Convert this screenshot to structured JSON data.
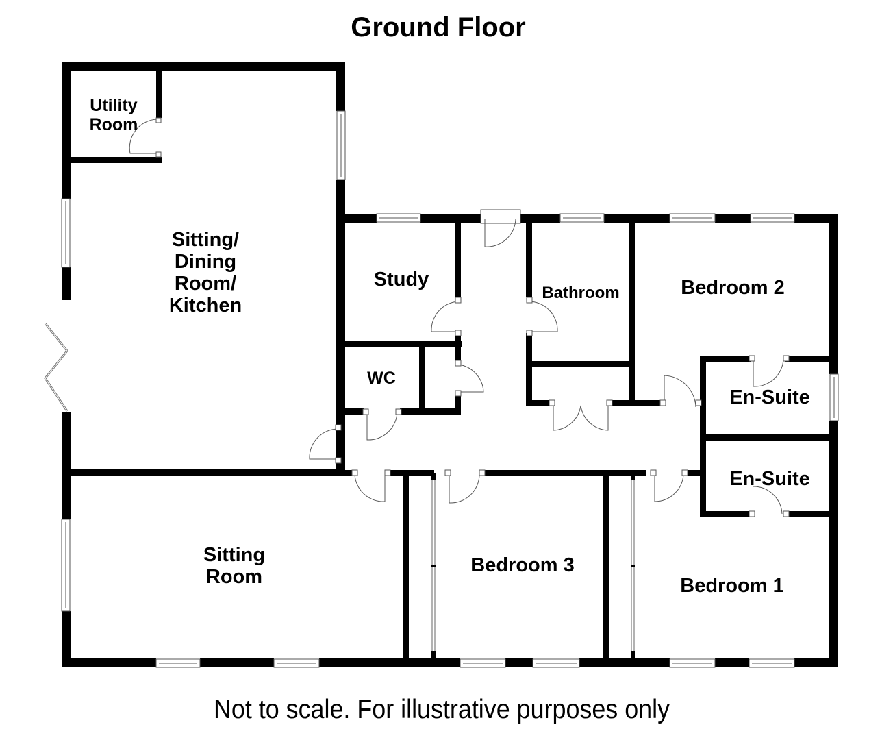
{
  "title": "Ground Floor",
  "footer": "Not to scale. For illustrative purposes only",
  "colors": {
    "wall": "#000000",
    "background": "#ffffff",
    "fixture_line": "#555555"
  },
  "rooms": {
    "utility": {
      "line1": "Utility",
      "line2": "Room"
    },
    "sitting_dining": {
      "line1": "Sitting/",
      "line2": "Dining",
      "line3": "Room/",
      "line4": "Kitchen"
    },
    "study": {
      "label": "Study"
    },
    "wc": {
      "label": "WC"
    },
    "bathroom": {
      "label": "Bathroom"
    },
    "bedroom2": {
      "label": "Bedroom 2"
    },
    "ensuite_upper": {
      "label": "En-Suite"
    },
    "ensuite_lower": {
      "label": "En-Suite"
    },
    "sitting_room": {
      "line1": "Sitting",
      "line2": "Room"
    },
    "bedroom3": {
      "label": "Bedroom 3"
    },
    "bedroom1": {
      "label": "Bedroom 1"
    }
  }
}
